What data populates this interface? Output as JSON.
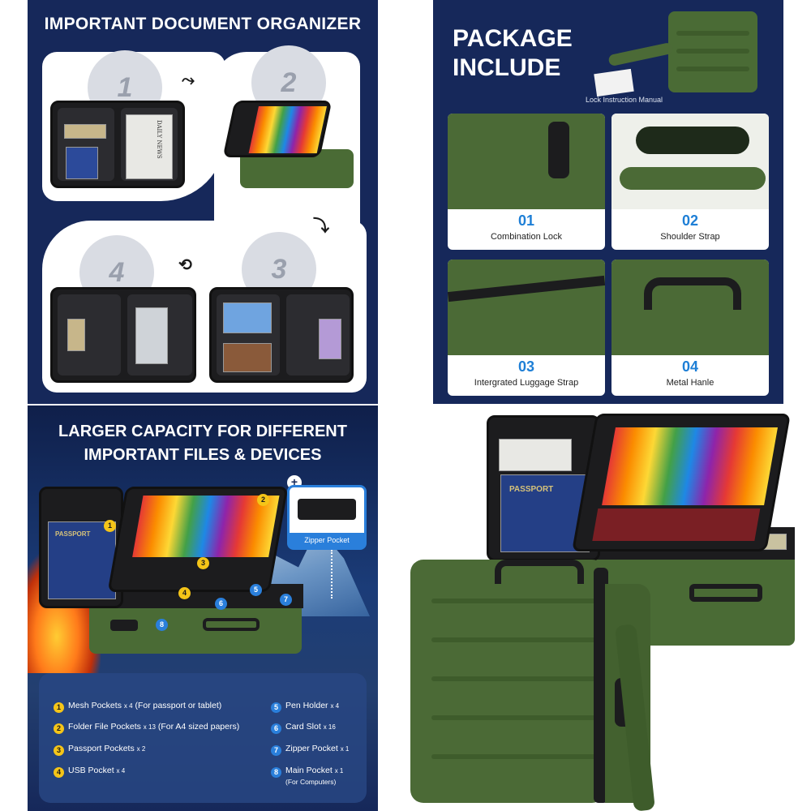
{
  "organizer": {
    "title": "IMPORTANT  DOCUMENT ORGANIZER",
    "steps": [
      "1",
      "2",
      "3",
      "4"
    ],
    "newspaper_text": "DAILY NEWS"
  },
  "package": {
    "title_line1": "PACKAGE",
    "title_line2": "INCLUDE",
    "manual_label": "Lock Instruction Manual",
    "items": [
      {
        "num": "01",
        "label": "Combination Lock"
      },
      {
        "num": "02",
        "label": "Shoulder Strap"
      },
      {
        "num": "03",
        "label": "Intergrated Luggage Strap"
      },
      {
        "num": "04",
        "label": "Metal Hanle"
      }
    ]
  },
  "capacity": {
    "title_line1": "LARGER CAPACITY FOR DIFFERENT",
    "title_line2": "IMPORTANT FILES & DEVICES",
    "zipper_label": "Zipper Pocket",
    "plus": "+",
    "passport_text": "PASSPORT",
    "features_left": [
      {
        "n": "1",
        "text": "Mesh Pockets",
        "qty": "x 4",
        "note": "(For passport or tablet)"
      },
      {
        "n": "2",
        "text": "Folder File Pockets",
        "qty": "x 13",
        "note": "(For A4 sized papers)"
      },
      {
        "n": "3",
        "text": "Passport Pockets",
        "qty": "x 2",
        "note": ""
      },
      {
        "n": "4",
        "text": "USB Pocket",
        "qty": "x 4",
        "note": ""
      }
    ],
    "features_right": [
      {
        "n": "5",
        "text": "Pen Holder",
        "qty": "x 4",
        "note": ""
      },
      {
        "n": "6",
        "text": "Card Slot",
        "qty": "x 16",
        "note": ""
      },
      {
        "n": "7",
        "text": "Zipper Pocket",
        "qty": "x 1",
        "note": ""
      },
      {
        "n": "8",
        "text": "Main Pocket",
        "qty": "x 1",
        "note": "(For Computers)"
      }
    ]
  },
  "photo": {
    "passport_text": "PASSPORT"
  },
  "colors": {
    "navy": "#16285a",
    "case_green": "#4b6a36",
    "accent_blue": "#1e7fd6",
    "badge_yellow": "#f5c518"
  }
}
